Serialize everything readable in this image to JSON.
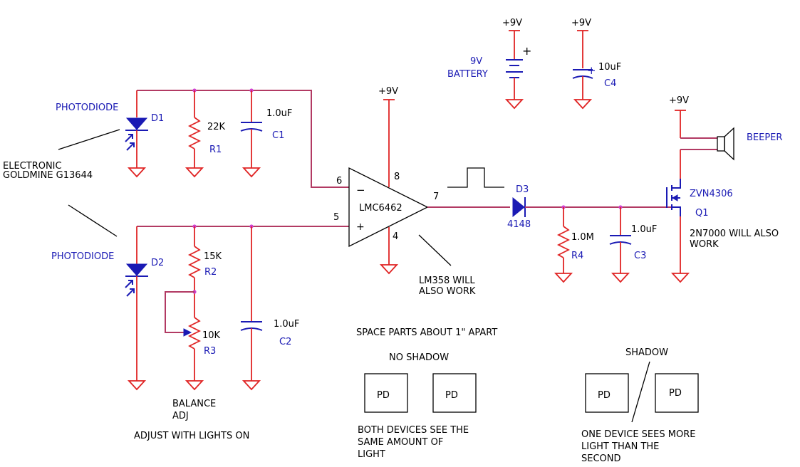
{
  "labels": {
    "plus9v": "+9V",
    "battery_v": "9V",
    "battery": "BATTERY",
    "battery_plus": "+",
    "c4_val": "10uF",
    "c4": "C4",
    "c4_plus": "+",
    "photodiode1": "PHOTODIODE",
    "d1": "D1",
    "r1_val": "22K",
    "r1": "R1",
    "c1_val": "1.0uF",
    "c1": "C1",
    "electronic": "ELECTRONIC",
    "goldmine": "GOLDMINE G13644",
    "photodiode2": "PHOTODIODE",
    "d2": "D2",
    "r2_val": "15K",
    "r2": "R2",
    "r3_val": "10K",
    "r3": "R3",
    "c2_val": "1.0uF",
    "c2": "C2",
    "balance": "BALANCE",
    "adj": "ADJ",
    "adjust_lights": "ADJUST WITH LIGHTS ON",
    "opamp": "LMC6462",
    "pin6": "6",
    "pin5": "5",
    "pin8": "8",
    "pin4": "4",
    "pin7": "7",
    "minus": "−",
    "plus": "+",
    "lm358_1": "LM358 WILL",
    "lm358_2": "ALSO WORK",
    "d3": "D3",
    "d3_val": "4148",
    "r4_val": "1.0M",
    "r4": "R4",
    "c3_val": "1.0uF",
    "c3": "C3",
    "q1_part": "ZVN4306",
    "q1": "Q1",
    "alt1": "2N7000 WILL ALSO",
    "alt2": "WORK",
    "beeper": "BEEPER",
    "space": "SPACE PARTS ABOUT 1\" APART",
    "no_shadow": "NO SHADOW",
    "pd": "PD",
    "both1": "BOTH DEVICES SEE THE",
    "both2": "SAME AMOUNT OF",
    "both3": "LIGHT",
    "shadow": "SHADOW",
    "one1": "ONE DEVICE SEES MORE",
    "one2": "LIGHT THAN THE",
    "one3": "SECOND"
  }
}
